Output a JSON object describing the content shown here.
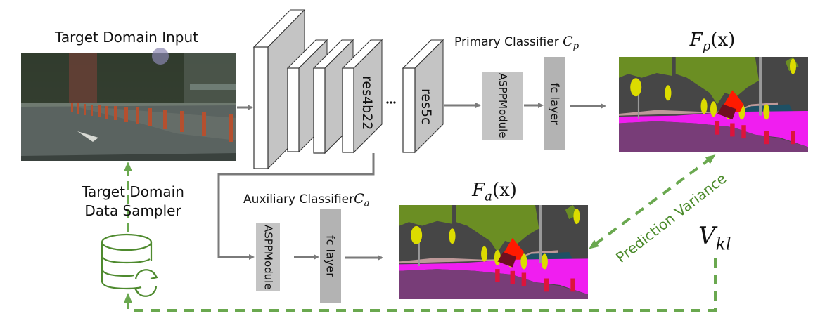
{
  "title": "Prediction variance based domain adaptation framework",
  "input": {
    "title": "Target Domain Input",
    "image_description": "street scene photo (target domain)"
  },
  "sampler": {
    "title_line1": "Target Domain",
    "title_line2": "Data Sampler",
    "icon": "database-refresh-icon"
  },
  "encoder": {
    "blocks": [
      "",
      "",
      "",
      "res4b22",
      "res5c"
    ],
    "ellipsis": "..."
  },
  "primary": {
    "title": "Primary Classifier",
    "symbol": "C",
    "symbol_sub": "p",
    "aspp_line1": "ASPP",
    "aspp_line2": "Module",
    "fc": "fc layer",
    "output_symbol": "F",
    "output_sub": "p",
    "output_arg": "(x)"
  },
  "auxiliary": {
    "title": "Auxiliary Classifier",
    "symbol": "C",
    "symbol_sub": "a",
    "aspp_line1": "ASPP",
    "aspp_line2": "Module",
    "fc": "fc layer",
    "output_symbol": "F",
    "output_sub": "a",
    "output_arg": "(x)"
  },
  "variance": {
    "label": "Prediction Variance",
    "symbol": "V",
    "symbol_sub": "kl"
  },
  "colors": {
    "arrow_gray": "#7a7a7a",
    "block_gray": "#c4c4c4",
    "fc_gray": "#b3b3b3",
    "green": "#6aa84f",
    "green_text": "#4a8a2a",
    "seg_road": "#783d78",
    "seg_sidewalk": "#f01ef0",
    "seg_building": "#464646",
    "seg_vegetation": "#6b8e23",
    "seg_pole": "#999999",
    "seg_sign": "#dcdc00",
    "seg_person": "#dc143c",
    "seg_wall": "#be9999"
  }
}
